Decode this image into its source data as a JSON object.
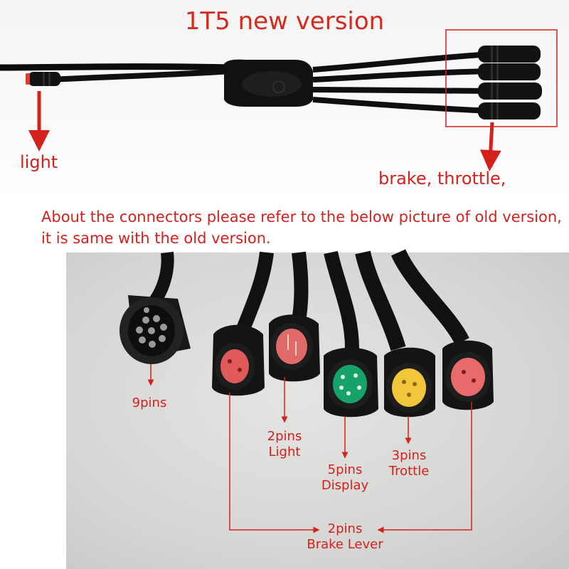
{
  "colors": {
    "annotation_red": "#d4211c",
    "title_red": "#d42b1e",
    "photo_background": "#d9dad8",
    "cable_black": "#141414",
    "connector_pink": "#e05a5a",
    "connector_green": "#16a36a",
    "connector_yellow": "#f2c63a"
  },
  "top_panel": {
    "title": "1T5 new version",
    "light_label": "light",
    "brake_label": "brake, throttle,"
  },
  "note": "About the connectors please refer to the below picture of old version, it is same with the old version.",
  "connectors": [
    {
      "id": "nine-pin",
      "pins_label": "9pins",
      "function_label": "",
      "color": "#1c1c1c",
      "pins": 9
    },
    {
      "id": "brake-left",
      "pins_label": "",
      "function_label": "",
      "color": "#e05a5a",
      "pins": 2
    },
    {
      "id": "light",
      "pins_label": "2pins",
      "function_label": "Light",
      "color": "#e06a6a",
      "pins": 2
    },
    {
      "id": "display",
      "pins_label": "5pins",
      "function_label": "Display",
      "color": "#16a36a",
      "pins": 5
    },
    {
      "id": "throttle",
      "pins_label": "3pins",
      "function_label": "Trottle",
      "color": "#f2c63a",
      "pins": 3
    },
    {
      "id": "brake-right",
      "pins_label": "",
      "function_label": "",
      "color": "#e86a6a",
      "pins": 2
    }
  ],
  "brake_group": {
    "pins_label": "2pins",
    "function_label": "Brake Lever"
  }
}
